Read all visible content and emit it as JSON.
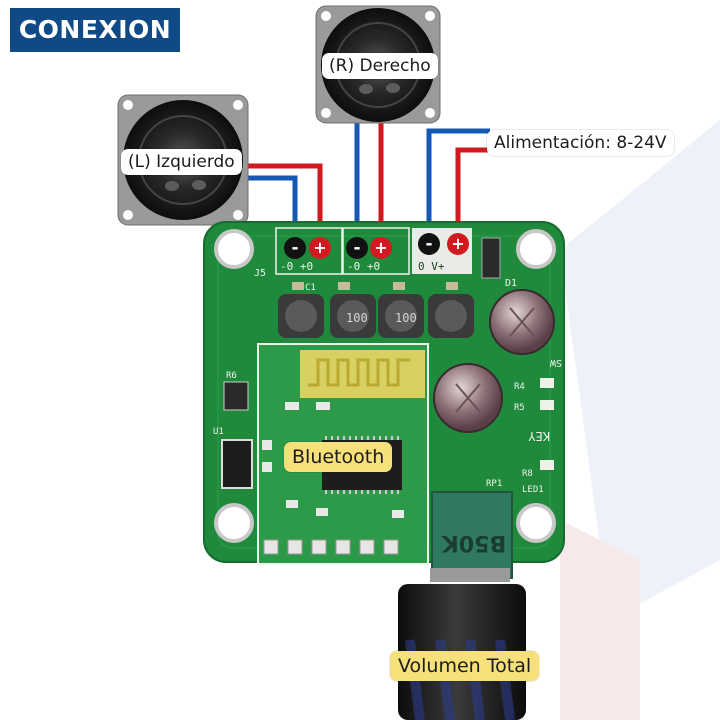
{
  "header": {
    "title": "CONEXION"
  },
  "labels": {
    "left_speaker": "(L) Izquierdo",
    "right_speaker": "(R) Derecho",
    "power": "Alimentación: 8-24V",
    "bluetooth": "Bluetooth",
    "volume": "Volumen Total"
  },
  "board": {
    "pot_marking": "B50K",
    "terminal_marks": [
      "-",
      "+",
      "-",
      "+",
      "-",
      "+"
    ],
    "silk": {
      "left_terminal": "-0 +0",
      "mid_terminal": "-0 +0",
      "power_terminal": "0 V+",
      "key": "KEY",
      "sw": "SW",
      "led": "LED1",
      "j5": "J5",
      "d1": "D1",
      "c1": "C1",
      "u1": "U1",
      "r6": "R6",
      "r4": "R4",
      "r5": "R5",
      "r8": "R8",
      "rp1": "RP1",
      "inductor": "100"
    }
  },
  "colors": {
    "badge": "#0f4a86",
    "pcb": "#1f8a3c",
    "wire_positive": "#d11a1f",
    "wire_negative": "#1457b5",
    "callout_yellow": "#f6e07a",
    "pot": "#2f7a5e"
  },
  "icons": [
    "speaker-icon",
    "minus-icon",
    "plus-icon"
  ]
}
